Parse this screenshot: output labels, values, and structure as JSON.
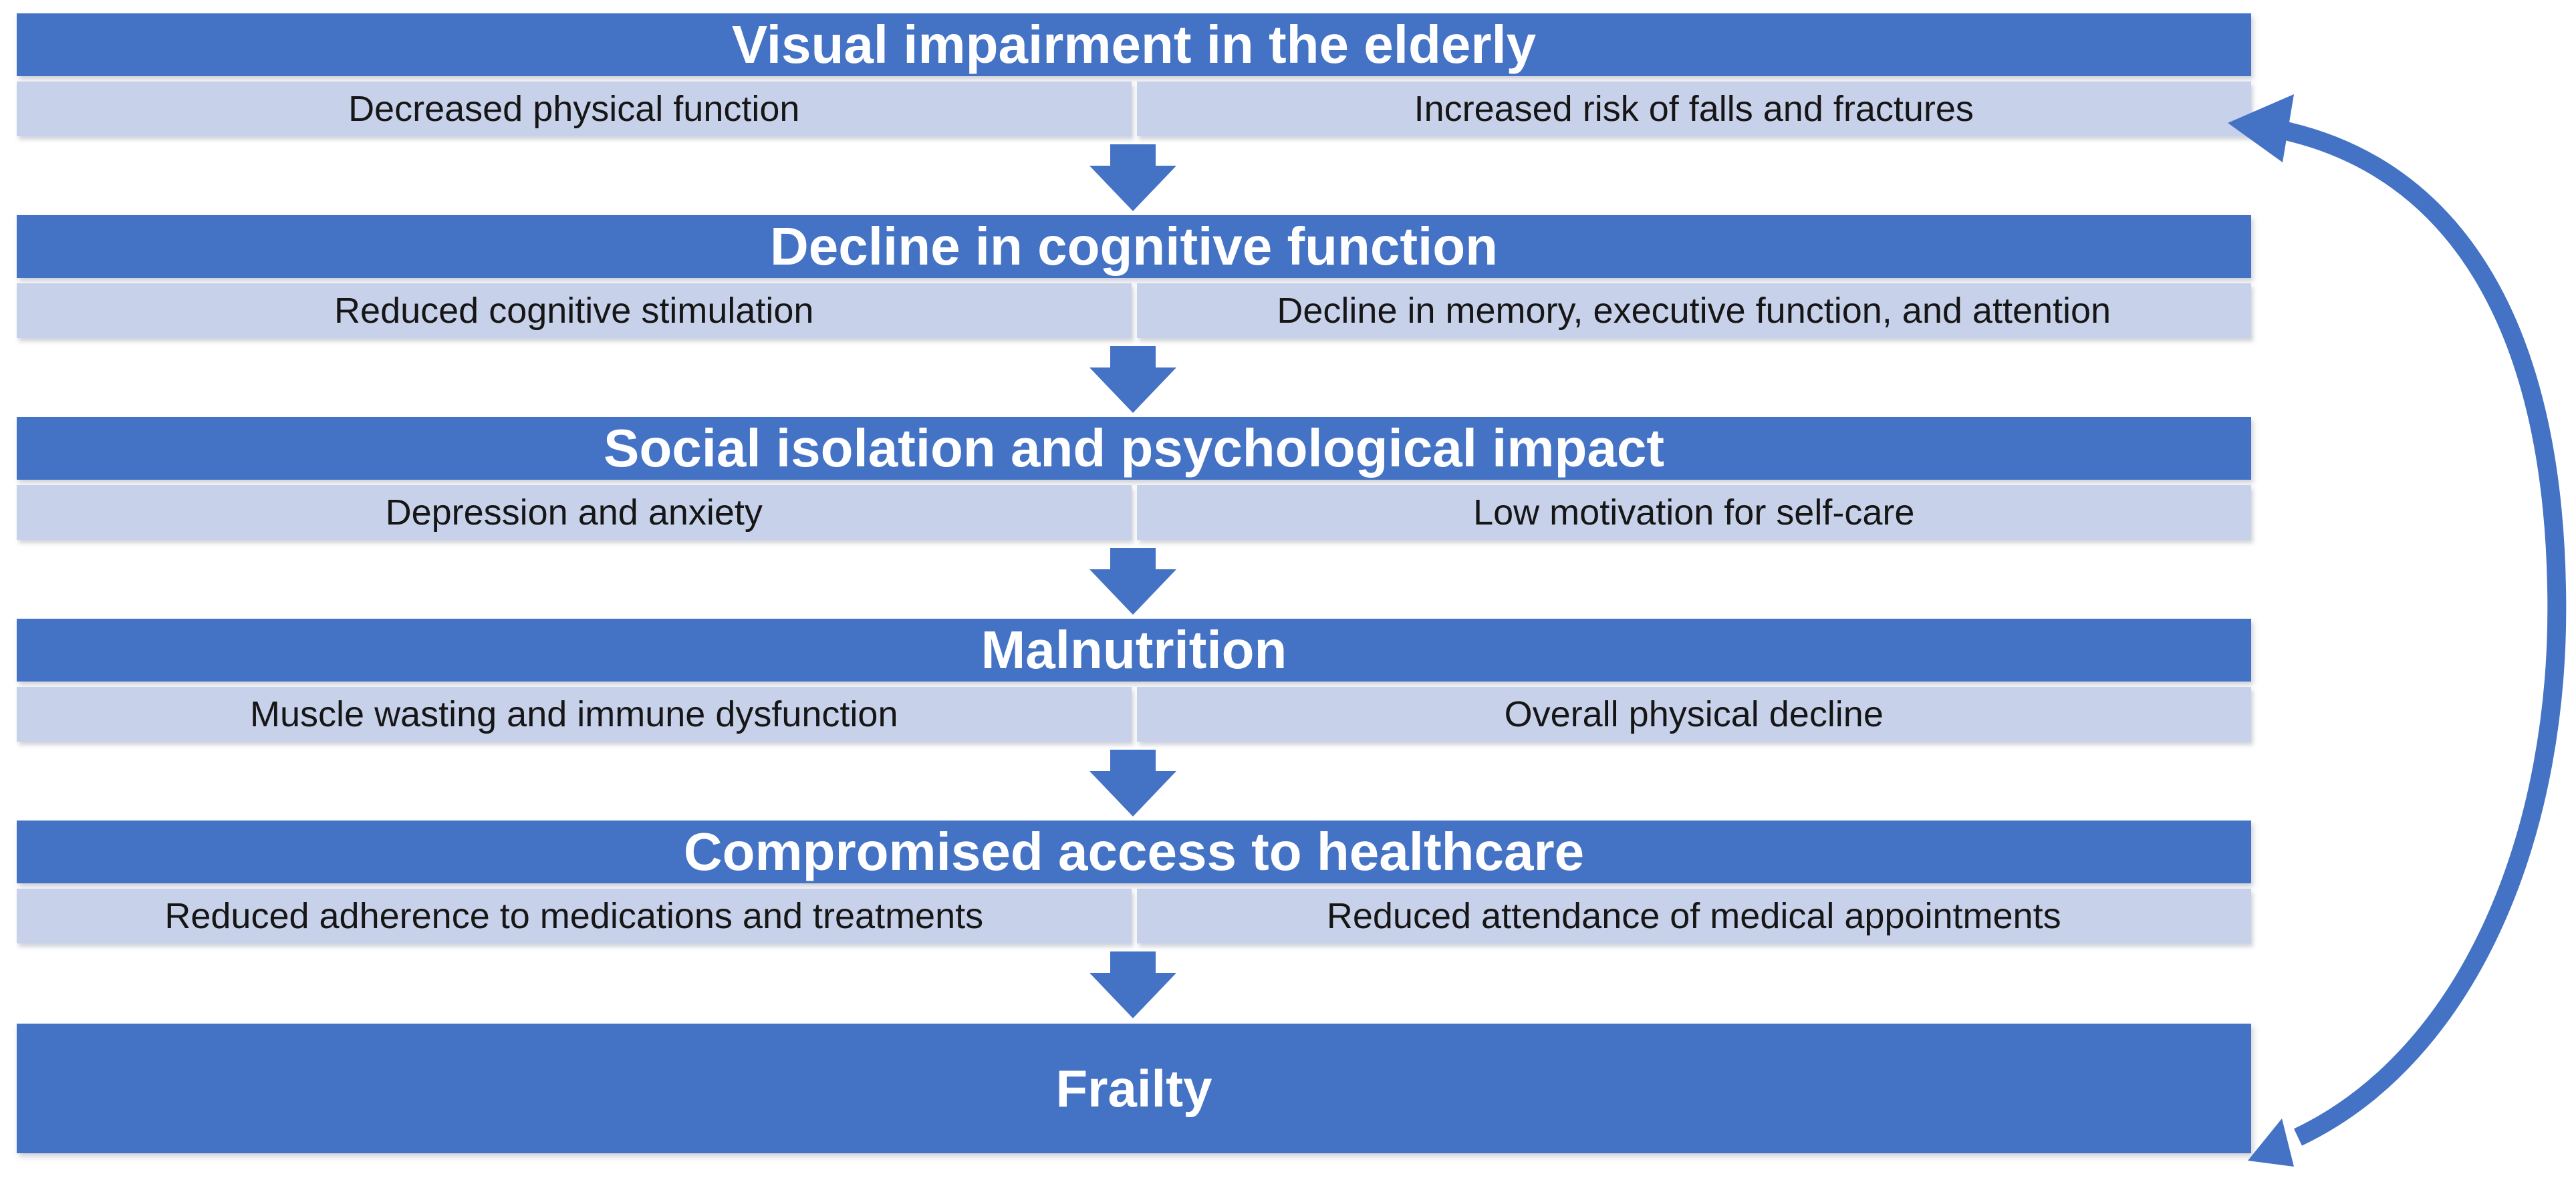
{
  "diagram": {
    "blocks": [
      {
        "title": "Visual impairment in the elderly",
        "left_cell": "Decreased physical function",
        "right_cell": "Increased risk of falls and fractures"
      },
      {
        "title": "Decline in cognitive function",
        "left_cell": "Reduced cognitive stimulation",
        "right_cell": "Decline in memory, executive function, and attention"
      },
      {
        "title": "Social isolation and psychological impact",
        "left_cell": "Depression and anxiety",
        "right_cell": "Low motivation for self-care"
      },
      {
        "title": "Malnutrition",
        "left_cell": "Muscle wasting and immune dysfunction",
        "right_cell": "Overall physical decline"
      },
      {
        "title": "Compromised access to healthcare",
        "left_cell": "Reduced adherence to medications and treatments",
        "right_cell": "Reduced attendance of medical appointments"
      }
    ],
    "outcome": {
      "title": "Frailty"
    },
    "icons": {
      "down_arrow": "down-arrow-icon",
      "feedback_arrow": "curved-feedback-arrow-icon"
    },
    "colors": {
      "header_blue": "#4472C4",
      "row_blue": "#C8D1EA",
      "arrow_blue": "#4472C4",
      "header_text": "#FFFFFF",
      "row_text": "#161616",
      "background": "#FFFFFF"
    }
  }
}
